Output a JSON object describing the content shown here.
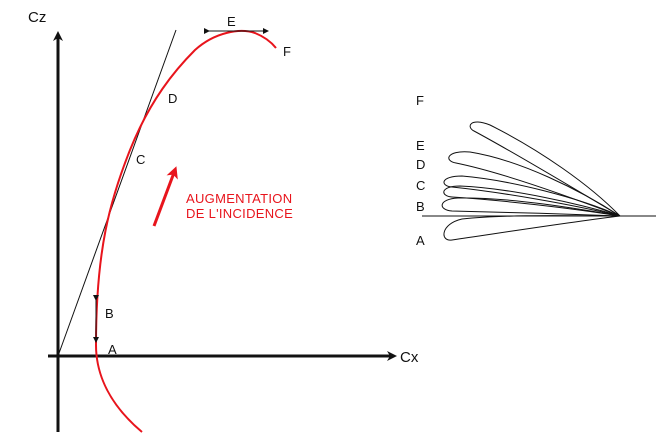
{
  "polar_diagram": {
    "y_axis_label": "Cz",
    "x_axis_label": "Cx",
    "points": [
      "A",
      "B",
      "C",
      "D",
      "E",
      "F"
    ],
    "annotation": {
      "line1": "AUGMENTATION",
      "line2": "DE L'INCIDENCE"
    }
  },
  "profiles": {
    "labels": [
      "F",
      "E",
      "D",
      "C",
      "B",
      "A"
    ]
  },
  "colors": {
    "curve": "#e8141c",
    "ink": "#111111"
  }
}
